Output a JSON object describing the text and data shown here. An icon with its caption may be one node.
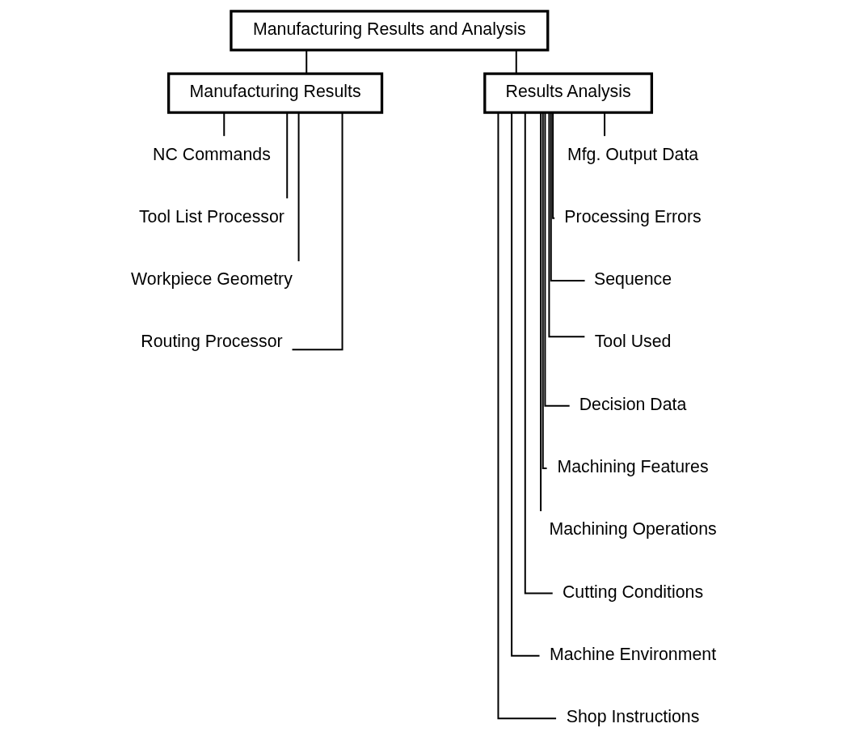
{
  "diagram": {
    "nodes": [
      {
        "text": [
          "Manufacturing Results and Analysis"
        ]
      },
      {
        "text": [
          "Manufacturing Results"
        ]
      },
      {
        "text": [
          "Results Analysis"
        ]
      },
      {
        "text": [
          "NC Commands"
        ]
      },
      {
        "text": [
          "Tool List Processor"
        ]
      },
      {
        "text": [
          "Workpiece Geometry"
        ]
      },
      {
        "text": [
          "Routing Processor"
        ]
      },
      {
        "text": [
          "Mfg. Output Data"
        ]
      },
      {
        "text": [
          "Processing Errors"
        ]
      },
      {
        "text": [
          "Sequence"
        ]
      },
      {
        "text": [
          "Tool Used"
        ]
      },
      {
        "text": [
          "Decision Data"
        ]
      },
      {
        "text": [
          "Machining Features"
        ]
      },
      {
        "text": [
          "Machining Operations"
        ]
      },
      {
        "text": [
          "Cutting Conditions"
        ]
      },
      {
        "text": [
          "Machine Environment"
        ]
      },
      {
        "text": [
          "Shop Instructions"
        ]
      }
    ],
    "edges": [
      {
        "from": 0,
        "to": 1,
        "arrow": "none"
      },
      {
        "from": 0,
        "to": 2,
        "arrow": "none"
      },
      {
        "from": 1,
        "to": 3,
        "arrow": "none"
      },
      {
        "from": 1,
        "to": 4,
        "arrow": "none"
      },
      {
        "from": 1,
        "to": 5,
        "arrow": "none"
      },
      {
        "from": 1,
        "to": 6,
        "arrow": "none"
      },
      {
        "from": 2,
        "to": 7,
        "arrow": "none"
      },
      {
        "from": 2,
        "to": 8,
        "arrow": "none"
      },
      {
        "from": 2,
        "to": 9,
        "arrow": "none"
      },
      {
        "from": 2,
        "to": 10,
        "arrow": "none"
      },
      {
        "from": 2,
        "to": 11,
        "arrow": "none"
      },
      {
        "from": 2,
        "to": 12,
        "arrow": "none"
      },
      {
        "from": 2,
        "to": 13,
        "arrow": "none"
      },
      {
        "from": 2,
        "to": 14,
        "arrow": "none"
      },
      {
        "from": 2,
        "to": 15,
        "arrow": "none"
      },
      {
        "from": 2,
        "to": 16,
        "arrow": "none"
      }
    ]
  }
}
